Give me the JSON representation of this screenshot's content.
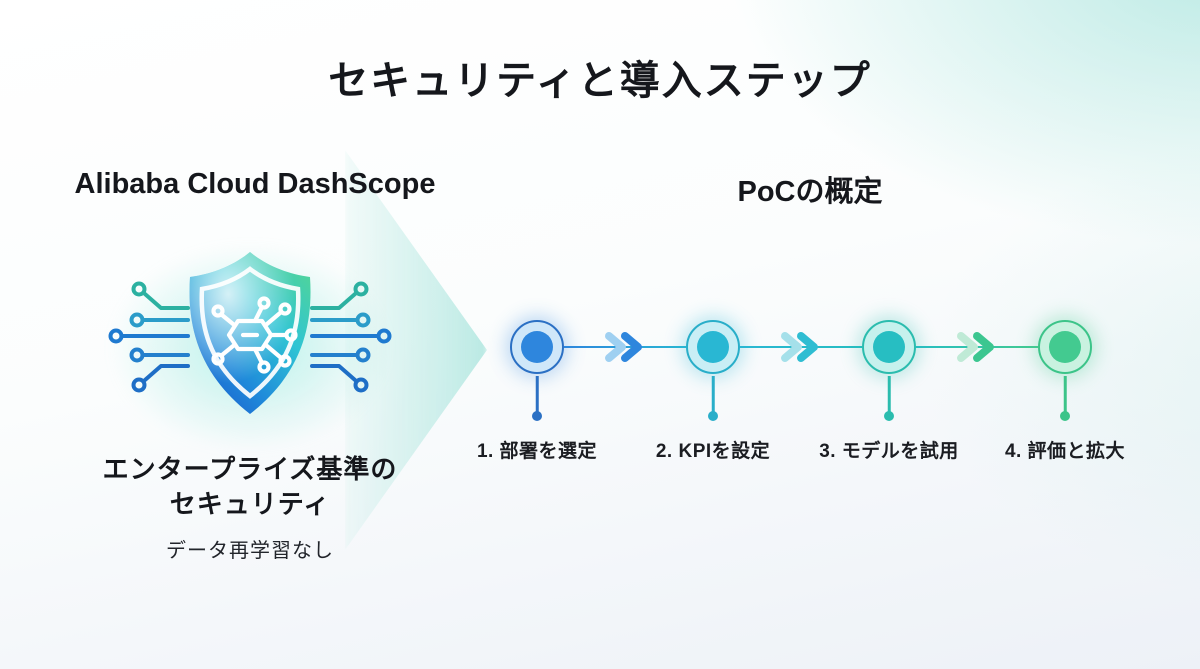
{
  "title": "セキュリティと導入ステップ",
  "colors": {
    "text": "#15171c",
    "background_top_right_tint": "#d7f1ee",
    "background_bottom": "#edf1f7",
    "arrow_teal": "#a7e4dc",
    "shield_green": "#4fd49b",
    "shield_cyan": "#2fc4d4",
    "shield_blue": "#1c64cf"
  },
  "left_panel": {
    "heading": "Alibaba Cloud DashScope",
    "icon": "shield-circuit-icon",
    "caption_line1": "エンタープライズ基準の",
    "caption_line2": "セキュリティ",
    "note": "データ再学習なし"
  },
  "right_panel": {
    "heading": "PoCの概定",
    "steps": [
      {
        "label": "1. 部署を選定",
        "core": "#2e86dd",
        "ring": "#2b70c4",
        "halo": "#cfe7f9",
        "glow": "rgba(46,134,221,0.30)"
      },
      {
        "label": "2. KPIを設定",
        "core": "#29b7d3",
        "ring": "#29aec9",
        "halo": "#c9eef5",
        "glow": "rgba(41,183,211,0.30)"
      },
      {
        "label": "3. モデルを試用",
        "core": "#27bec2",
        "ring": "#2bbcae",
        "halo": "#c6f1ed",
        "glow": "rgba(43,188,174,0.30)"
      },
      {
        "label": "4. 評価と拡大",
        "core": "#43ca90",
        "ring": "#3cc489",
        "halo": "#c9f2e0",
        "glow": "rgba(67,202,144,0.32)"
      }
    ],
    "connectors": [
      {
        "line_start": "#2e86dd",
        "line_end": "#29b7d3",
        "chevron": "#2e86dd",
        "chevron_light": "#9fd0f1"
      },
      {
        "line_start": "#29b7d3",
        "line_end": "#27bec2",
        "chevron": "#2fbdd2",
        "chevron_light": "#a5e0ea"
      },
      {
        "line_start": "#27bec2",
        "line_end": "#43ca90",
        "chevron": "#3cc690",
        "chevron_light": "#bfead6"
      }
    ]
  }
}
